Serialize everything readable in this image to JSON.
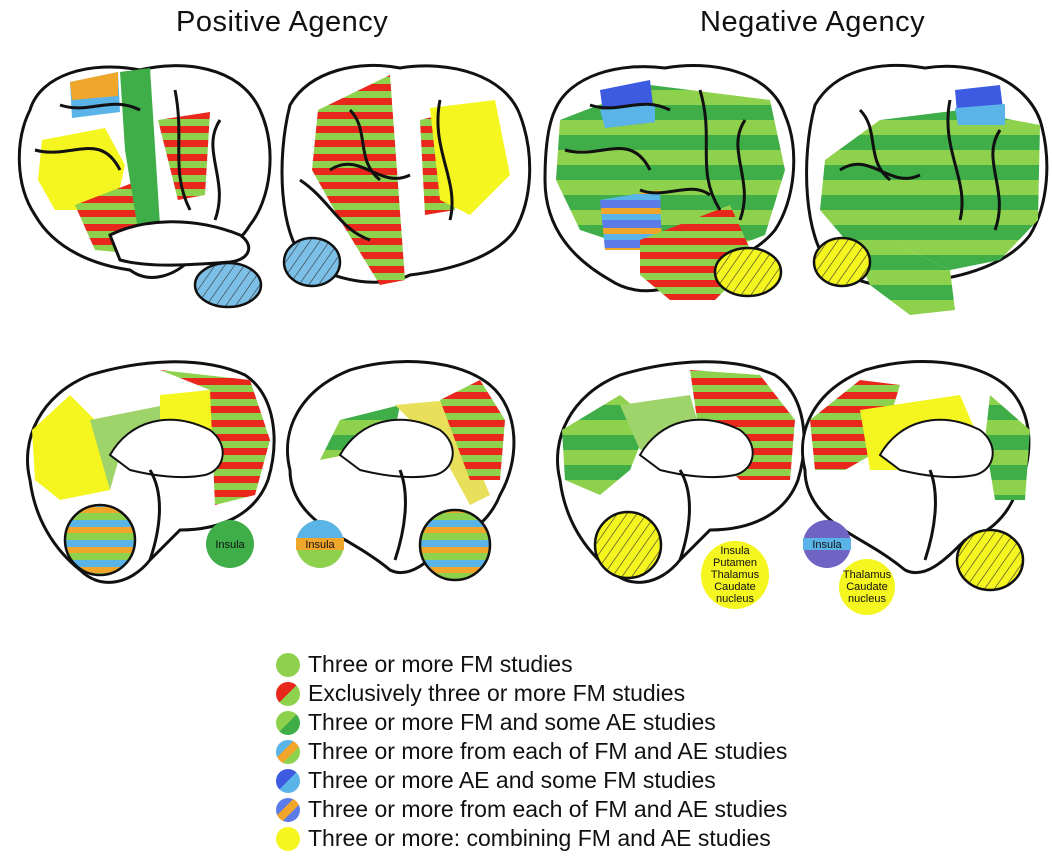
{
  "headings": {
    "positive": "Positive Agency",
    "negative": "Negative Agency"
  },
  "region_labels": {
    "pos_left_circle": "Insula",
    "pos_right_circle": "Insula",
    "neg_left_circle_lines": [
      "Insula",
      "Putamen",
      "Thalamus",
      "Caudate",
      "nucleus"
    ],
    "neg_right_small_circle": "Insula",
    "neg_right_big_circle_lines": [
      "Thalamus",
      "Caudate",
      "nucleus"
    ]
  },
  "legend": {
    "items": [
      {
        "label": "Three or more FM studies",
        "swatch": "green"
      },
      {
        "label": "Exclusively three or more FM studies",
        "swatch": "red"
      },
      {
        "label": "Three or more FM and some AE studies",
        "swatch": "dkgreen"
      },
      {
        "label": "Three or more from each of FM and AE studies",
        "swatch": "blue-orange"
      },
      {
        "label": "Three or more AE and some FM studies",
        "swatch": "blue"
      },
      {
        "label": "Three or more from each of FM and AE studies",
        "swatch": "blue-orange2"
      },
      {
        "label": "Three or more: combining FM and AE studies",
        "swatch": "yellow"
      }
    ]
  },
  "colors": {
    "fm_green": "#8ed14d",
    "dark_green": "#3fae49",
    "red": "#e8281c",
    "blue": "#5ab4e8",
    "dark_blue": "#3d5be0",
    "orange": "#f0a62a",
    "yellow": "#f5f51f",
    "purple": "#6f63c4"
  }
}
